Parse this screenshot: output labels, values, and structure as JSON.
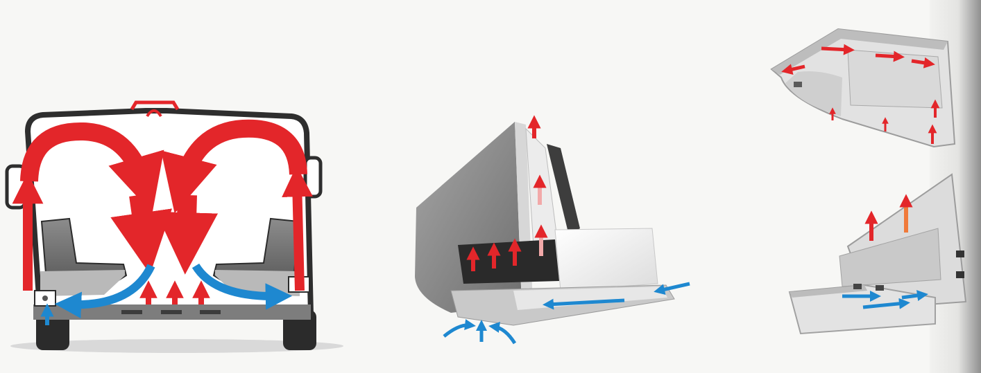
{
  "diagram": {
    "panels": [
      {
        "id": "van-rear-section",
        "icon": "van-rear-airflow-illustration"
      },
      {
        "id": "bench-seat-section",
        "icon": "seat-heater-airflow-illustration"
      },
      {
        "id": "wall-and-floor-units",
        "icon": "cabinet-heater-airflow-illustration"
      }
    ],
    "legend": {
      "warm_air_color": "#e3262a",
      "cool_air_color": "#1e88d0"
    }
  }
}
